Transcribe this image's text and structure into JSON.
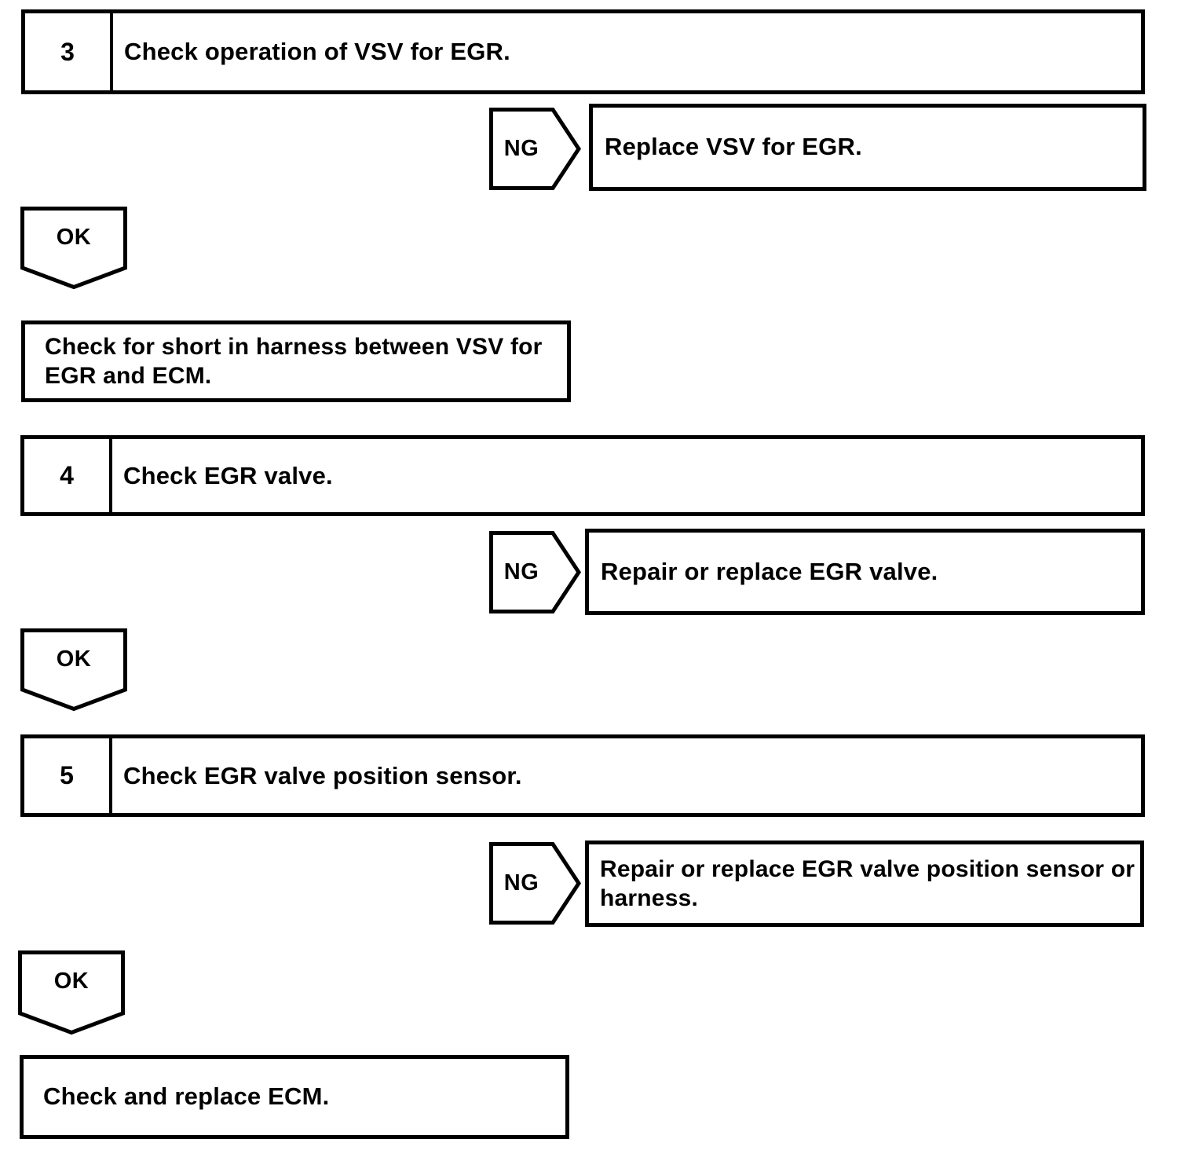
{
  "diagram": {
    "type": "troubleshooting-flowchart",
    "ink_color": "#000000",
    "background_color": "#ffffff",
    "ng_label": "NG",
    "ok_label": "OK",
    "steps": [
      {
        "number": "3",
        "title": "Check operation of VSV for EGR.",
        "ng_action": "Replace VSV for EGR."
      },
      {
        "number": "4",
        "title": "Check EGR valve.",
        "ng_action": "Repair or replace EGR valve."
      },
      {
        "number": "5",
        "title": "Check EGR valve position sensor.",
        "ng_action": "Repair or replace EGR valve position sensor or harness."
      }
    ],
    "intermediate_action": "Check for short in harness between VSV for EGR and ECM.",
    "final_action": "Check and replace ECM."
  }
}
